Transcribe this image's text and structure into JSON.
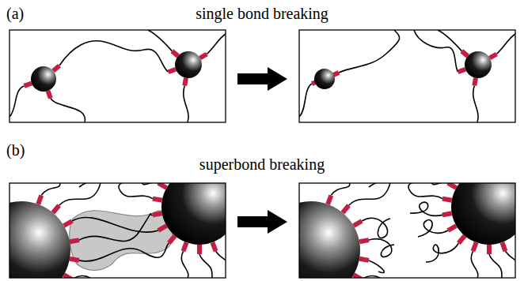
{
  "diagram": {
    "labels": [
      "(a)",
      "single bond breaking",
      "(b)",
      "superbond breaking"
    ]
  }
}
